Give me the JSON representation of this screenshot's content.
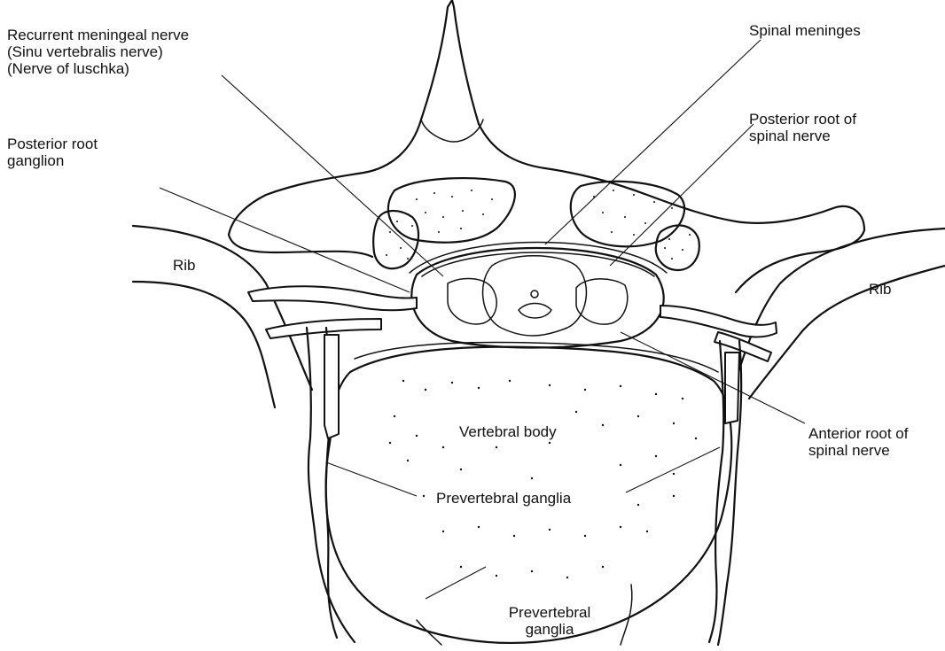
{
  "labels": {
    "recurrent_meningeal": [
      "Recurrent meningeal nerve",
      "(Sinu vertebralis nerve)",
      "(Nerve of luschka)"
    ],
    "spinal_meninges": "Spinal meninges",
    "posterior_root_ganglion": [
      "Posterior root",
      "ganglion"
    ],
    "posterior_root_spinal_nerve": [
      "Posterior root of",
      "spinal nerve"
    ],
    "rib_left": "Rib",
    "rib_right": "Rib",
    "vertebral_body": "Vertebral body",
    "anterior_root": [
      "Anterior root of",
      "spinal nerve"
    ],
    "prevertebral_ganglia_upper": "Prevertebral ganglia",
    "prevertebral_ganglia_lower": [
      "Prevertebral",
      "ganglia"
    ]
  }
}
